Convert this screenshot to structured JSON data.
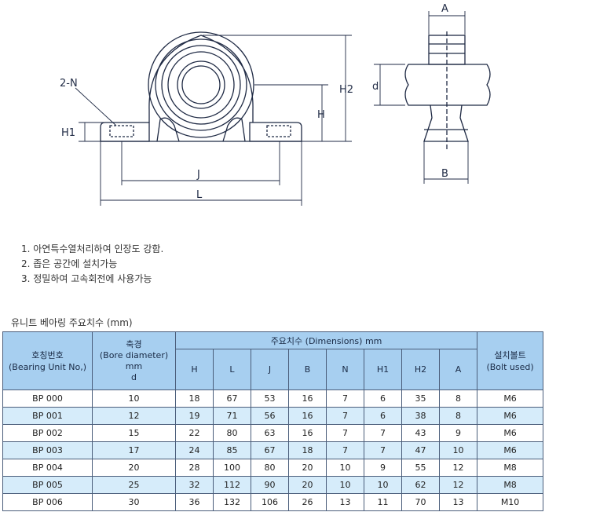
{
  "drawing": {
    "labels": {
      "a": "A",
      "n": "2-N",
      "h1": "H1",
      "h2": "H2",
      "h": "H",
      "d": "d",
      "j": "J",
      "l": "L",
      "b": "B"
    }
  },
  "notes": [
    "1. 아연특수열처리하여 인장도 강함.",
    "2. 좁은 공간에 설치가능",
    "3. 정밀하여 고속회전에 사용가능"
  ],
  "table": {
    "title": "유니트 베아링 주요치수 (mm)",
    "header": {
      "unit_no": "호칭번호\n(Bearing Unit No,)",
      "bore": "축경\n(Bore diameter)\nmm\nd",
      "dimensions": "주요치수 (Dimensions) mm",
      "bolt": "설치볼트\n(Bolt used)",
      "cols": [
        "H",
        "L",
        "J",
        "B",
        "N",
        "H1",
        "H2",
        "A"
      ]
    },
    "rows": [
      [
        "BP 000",
        "10",
        "18",
        "67",
        "53",
        "16",
        "7",
        "6",
        "35",
        "8",
        "M6"
      ],
      [
        "BP 001",
        "12",
        "19",
        "71",
        "56",
        "16",
        "7",
        "6",
        "38",
        "8",
        "M6"
      ],
      [
        "BP 002",
        "15",
        "22",
        "80",
        "63",
        "16",
        "7",
        "7",
        "43",
        "9",
        "M6"
      ],
      [
        "BP 003",
        "17",
        "24",
        "85",
        "67",
        "18",
        "7",
        "7",
        "47",
        "10",
        "M6"
      ],
      [
        "BP 004",
        "20",
        "28",
        "100",
        "80",
        "20",
        "10",
        "9",
        "55",
        "12",
        "M8"
      ],
      [
        "BP 005",
        "25",
        "32",
        "112",
        "90",
        "20",
        "10",
        "10",
        "62",
        "12",
        "M8"
      ],
      [
        "BP 006",
        "30",
        "36",
        "132",
        "106",
        "26",
        "13",
        "11",
        "70",
        "13",
        "M10"
      ]
    ]
  }
}
